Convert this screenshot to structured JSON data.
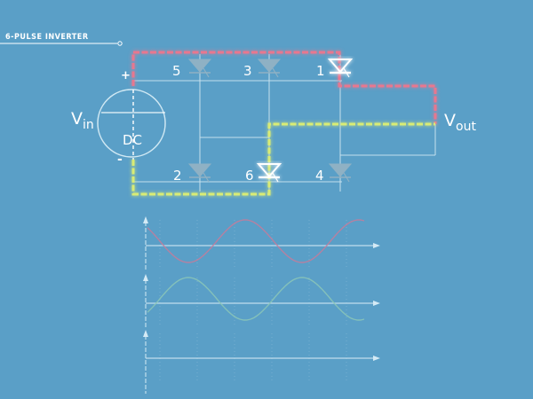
{
  "header": {
    "title": "6-PULSE INVERTER"
  },
  "source": {
    "label_main": "V",
    "label_sub": "in",
    "type_label": "DC",
    "plus": "+",
    "minus": "-"
  },
  "output": {
    "label_main": "V",
    "label_sub": "out"
  },
  "thyristors": [
    {
      "id": "5",
      "active": false
    },
    {
      "id": "3",
      "active": false
    },
    {
      "id": "1",
      "active": true
    },
    {
      "id": "2",
      "active": false
    },
    {
      "id": "6",
      "active": true
    },
    {
      "id": "4",
      "active": false
    }
  ],
  "colors": {
    "background": "#5a9fc7",
    "positive_path": "#e8778f",
    "negative_path": "#d9ec74",
    "wire": "#c9e3ef",
    "wave_1": "#c77b9a",
    "wave_2": "#8cc7b7"
  },
  "waveforms": [
    {
      "name": "",
      "color": "#c77b9a",
      "phase_deg": 0
    },
    {
      "name": "",
      "color": "#8cc7b7",
      "phase_deg": 180
    },
    {
      "name": "",
      "color": "",
      "phase_deg": 0
    }
  ]
}
